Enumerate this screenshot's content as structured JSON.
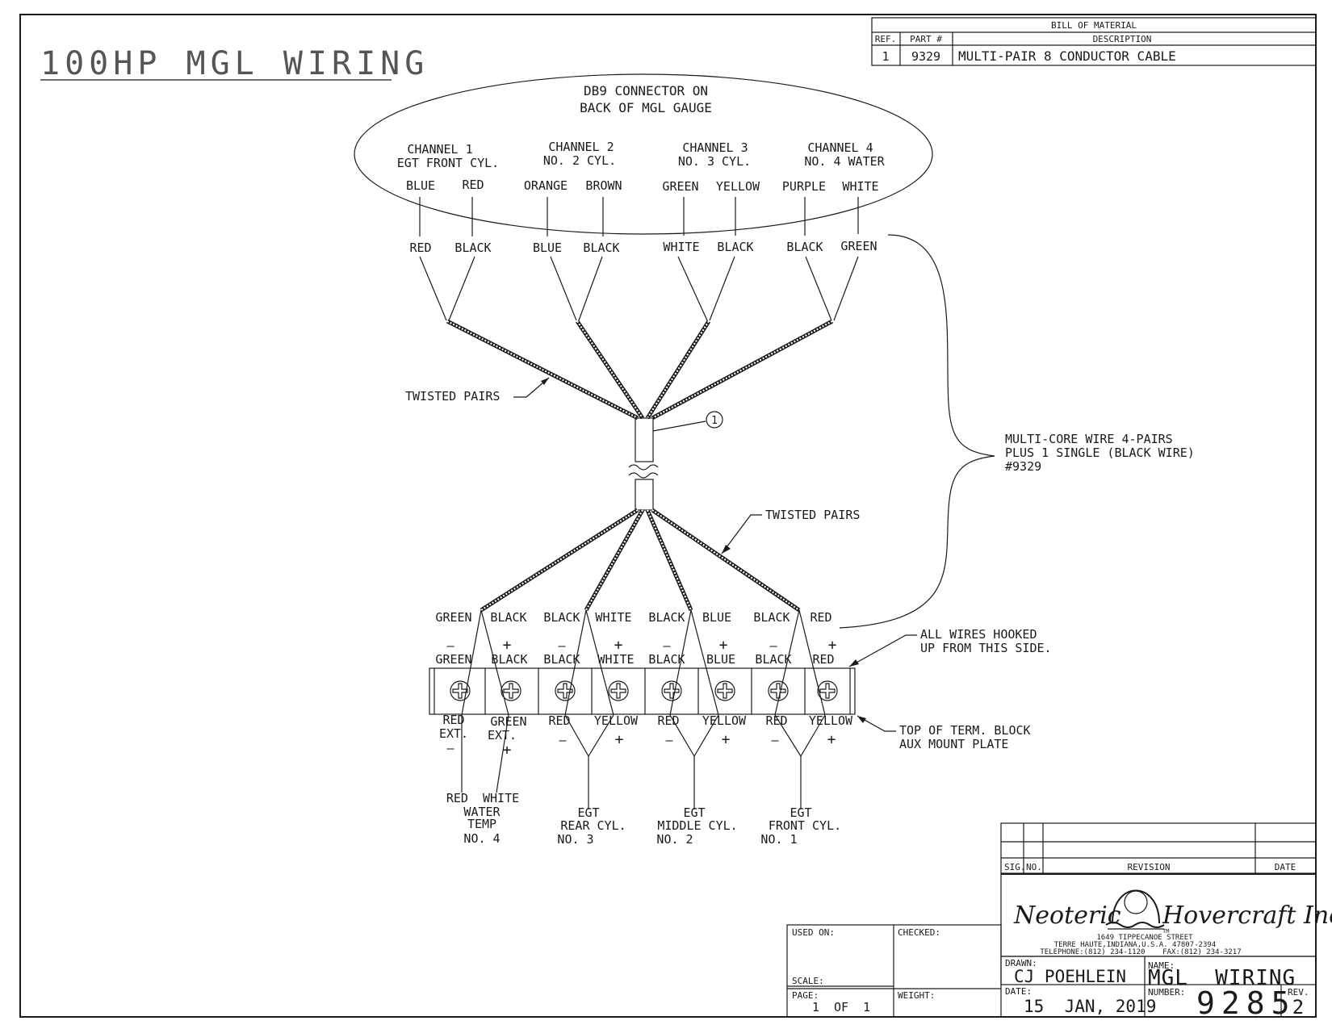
{
  "title": "100HP MGL WIRING",
  "bom": {
    "header": "BILL OF MATERIAL",
    "col_ref": "REF.",
    "col_part": "PART #",
    "col_desc": "DESCRIPTION",
    "row": {
      "ref": "1",
      "part": "9329",
      "desc": "MULTI-PAIR 8 CONDUCTOR CABLE"
    }
  },
  "connector": {
    "title_line1": "DB9 CONNECTOR ON",
    "title_line2": "BACK OF MGL GAUGE",
    "channels": [
      {
        "name": "CHANNEL 1",
        "desc": "EGT FRONT CYL.",
        "pins": [
          "BLUE",
          "RED"
        ],
        "wires": [
          "RED",
          "BLACK"
        ]
      },
      {
        "name": "CHANNEL 2",
        "desc": "NO. 2 CYL.",
        "pins": [
          "ORANGE",
          "BROWN"
        ],
        "wires": [
          "BLUE",
          "BLACK"
        ]
      },
      {
        "name": "CHANNEL 3",
        "desc": "NO. 3 CYL.",
        "pins": [
          "GREEN",
          "YELLOW"
        ],
        "wires": [
          "WHITE",
          "BLACK"
        ]
      },
      {
        "name": "CHANNEL 4",
        "desc": "NO. 4 WATER",
        "pins": [
          "PURPLE",
          "WHITE"
        ],
        "wires": [
          "BLACK",
          "GREEN"
        ]
      }
    ]
  },
  "twisted_pairs_label": "TWISTED PAIRS",
  "balloon": "1",
  "multicore_note": [
    "MULTI-CORE WIRE 4-PAIRS",
    "PLUS 1 SINGLE (BLACK WIRE)",
    "#9329"
  ],
  "terminal": {
    "wire_labels": [
      "GREEN",
      "BLACK",
      "BLACK",
      "WHITE",
      "BLACK",
      "BLUE",
      "BLACK",
      "RED"
    ],
    "polarity": [
      "—",
      "+",
      "—",
      "+",
      "—",
      "+",
      "—",
      "+"
    ],
    "block_labels": [
      "GREEN",
      "BLACK",
      "BLACK",
      "WHITE",
      "BLACK",
      "BLUE",
      "BLACK",
      "RED"
    ],
    "all_wires_note": [
      "ALL WIRES HOOKED",
      "UP FROM THIS SIDE."
    ],
    "top_note": [
      "TOP OF TERM. BLOCK",
      "AUX MOUNT PLATE"
    ],
    "water_labels": {
      "red": "RED",
      "ext1": "EXT.",
      "green": "GREEN",
      "ext2": "EXT.",
      "minus": "—",
      "plus": "+"
    },
    "bottom_labels": [
      {
        "a": "RED",
        "b": "YELLOW",
        "minus": "—",
        "plus": "+"
      },
      {
        "a": "RED",
        "b": "YELLOW",
        "minus": "—",
        "plus": "+"
      },
      {
        "a": "RED",
        "b": "YELLOW",
        "minus": "—",
        "plus": "+"
      }
    ],
    "water_sensor": {
      "wires": "RED  WHITE",
      "line1": "WATER",
      "line2": "TEMP",
      "line3": "NO. 4"
    },
    "sensors": [
      {
        "line1": "EGT",
        "line2": "REAR CYL.",
        "line3": "NO. 3"
      },
      {
        "line1": "EGT",
        "line2": "MIDDLE CYL.",
        "line3": "NO. 2"
      },
      {
        "line1": "EGT",
        "line2": "FRONT CYL.",
        "line3": "NO. 1"
      }
    ]
  },
  "revision": {
    "sig": "SIG.",
    "no": "NO.",
    "revision": "REVISION",
    "date": "DATE"
  },
  "title_block": {
    "used_on": "USED ON:",
    "checked": "CHECKED:",
    "scale": "SCALE:",
    "page_label": "PAGE:",
    "page_value": "1  OF  1",
    "weight": "WEIGHT:",
    "company": "Neoteric",
    "company2": "Hovercraft Inc.",
    "tm": "TM",
    "address1": "1649 TIPPECANOE STREET",
    "address2": "TERRE HAUTE,INDIANA,U.S.A. 47807-2394",
    "address3": "TELEPHONE:(812) 234-1120    FAX:(812) 234-3217",
    "drawn_label": "DRAWN:",
    "drawn_value": "CJ POEHLEIN",
    "name_label": "NAME:",
    "name_value": "MGL  WIRING",
    "date_label": "DATE:",
    "date_value": "15  JAN, 2019",
    "number_label": "NUMBER:",
    "number_value": "9285",
    "rev_label": "REV.",
    "rev_value": "2"
  }
}
